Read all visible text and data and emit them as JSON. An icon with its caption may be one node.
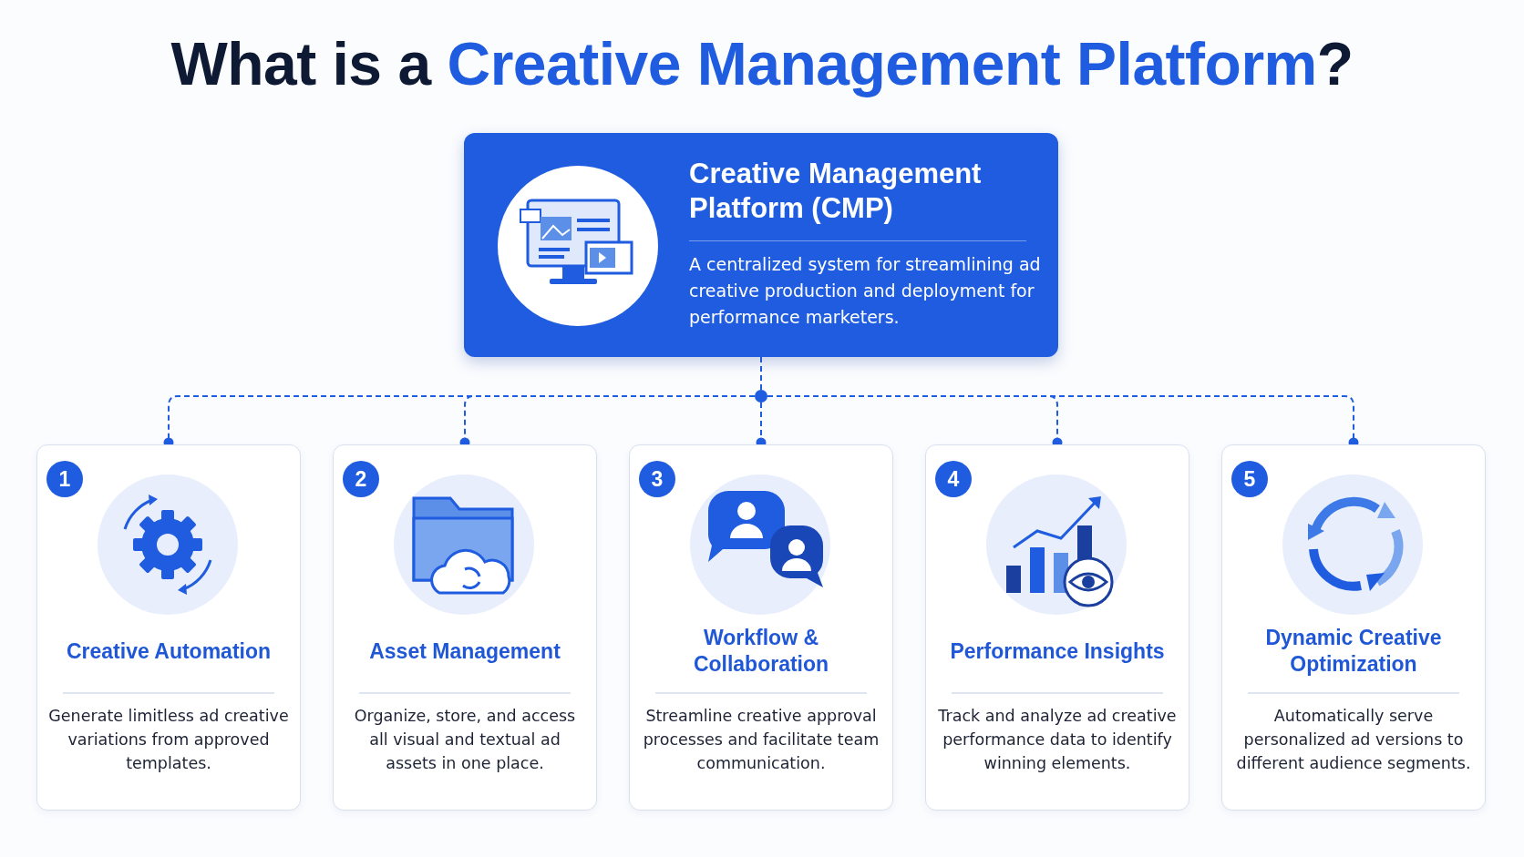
{
  "diagram": {
    "title": "What is a **Creative Management Platform**?",
    "nodes": [
      {
        "text": [
          "Creative Management Platform (CMP)",
          "A centralized system for streamlining ad creative production and deployment for performance marketers."
        ]
      },
      {
        "text": [
          "1",
          "Creative Automation",
          "Generate limitless ad creative variations from approved templates."
        ]
      },
      {
        "text": [
          "2",
          "Asset Management",
          "Organize, store, and access all visual and textual ad assets in one place."
        ]
      },
      {
        "text": [
          "3",
          "Workflow & Collaboration",
          "Streamline creative approval processes and facilitate team communication."
        ]
      },
      {
        "text": [
          "4",
          "Performance Insights",
          "Track and analyze ad creative performance data to identify winning elements."
        ]
      },
      {
        "text": [
          "5",
          "Dynamic Creative Optimization",
          "Automatically serve personalized ad versions to different audience segments."
        ]
      }
    ],
    "edges": [
      {
        "from": 0,
        "to": 1,
        "arrow": "other",
        "style": "dashed"
      },
      {
        "from": 0,
        "to": 2,
        "arrow": "other",
        "style": "dashed"
      },
      {
        "from": 0,
        "to": 3,
        "arrow": "other",
        "style": "dashed"
      },
      {
        "from": 0,
        "to": 4,
        "arrow": "other",
        "style": "dashed"
      },
      {
        "from": 0,
        "to": 5,
        "arrow": "other",
        "style": "dashed"
      }
    ]
  }
}
